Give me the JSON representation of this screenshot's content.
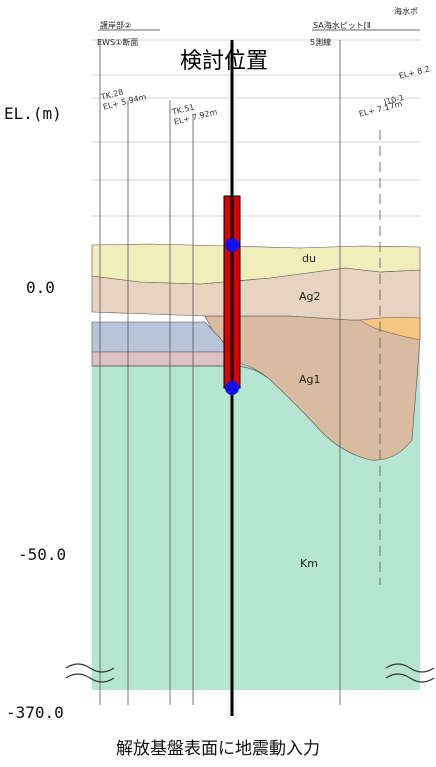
{
  "title": "検討位置",
  "caption": "解放基盤表面に地震動入力",
  "elevation_axis": {
    "label": "EL.(m)",
    "ticks": [
      "0.0",
      "-50.0",
      "-370.0"
    ]
  },
  "section_headers": {
    "left_line1": "護岸部②",
    "left_line2": "EWS①断面",
    "right_top": "海水ポ",
    "right_line1": "SA海水ピット[Ⅱ",
    "right_line2": "5測線"
  },
  "boreholes": [
    {
      "name": "TK.28",
      "elevation": "EL+ 5.94m"
    },
    {
      "name": "TK.51",
      "elevation": "EL+ 7.92m"
    },
    {
      "name": "J10-1",
      "elevation": "EL+ 7.17m"
    },
    {
      "name": "",
      "elevation": "EL+ 8.2"
    }
  ],
  "layers": [
    {
      "name": "du",
      "color": "#f2eebb"
    },
    {
      "name": "Ag2",
      "color": "#e7d3c0"
    },
    {
      "name": "Ag1",
      "color": "#d8bba0"
    },
    {
      "name": "Km",
      "color": "#b6e6d2"
    }
  ],
  "colors": {
    "column": "#dd0000",
    "marker": "#1010ee",
    "blue_lens": "#b8c4d8",
    "orange_lens": "#f5c682",
    "pink_lens": "#dcc1c4"
  }
}
